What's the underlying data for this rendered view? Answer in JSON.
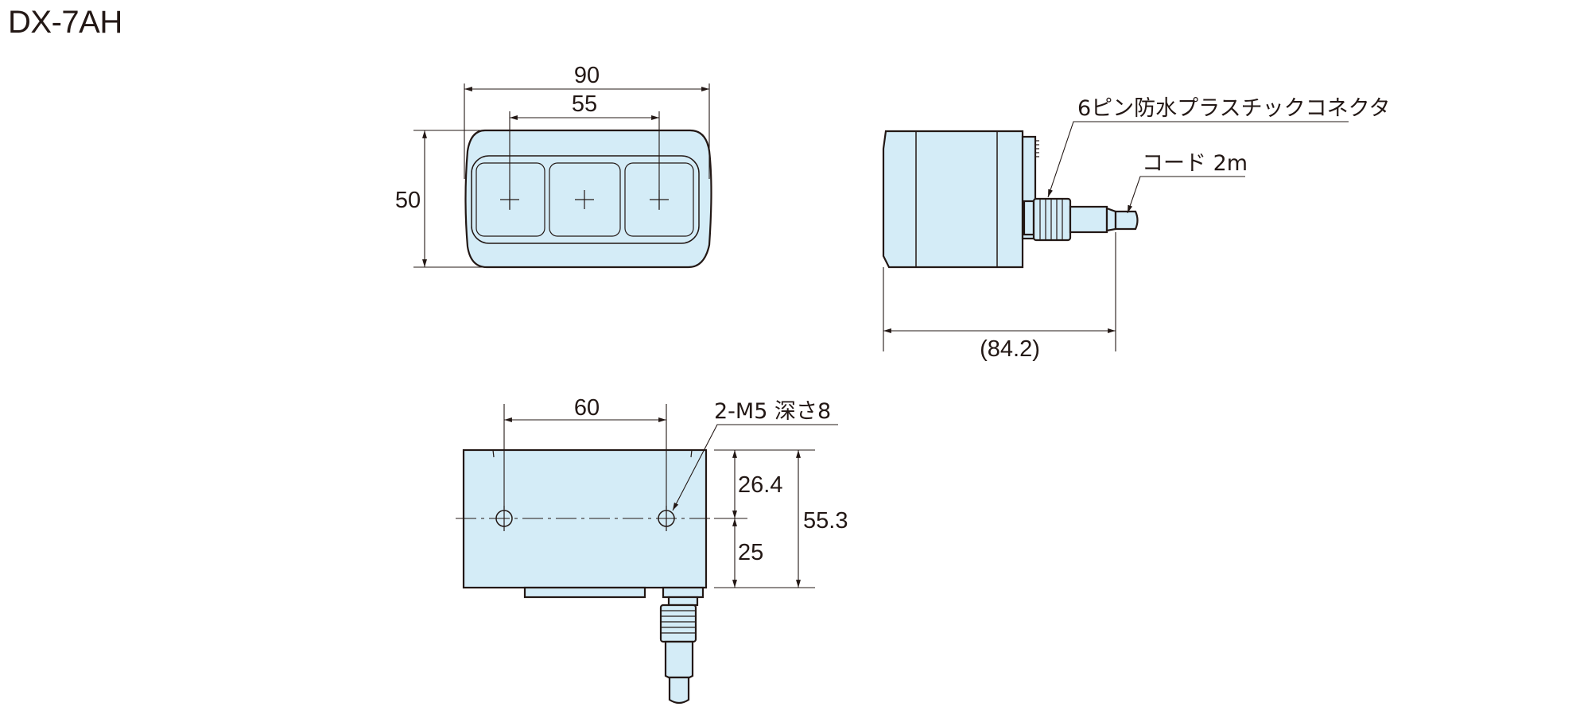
{
  "title": "DX-7AH",
  "front_view": {
    "dim_width": "90",
    "dim_pitch": "55",
    "dim_height": "50"
  },
  "side_view": {
    "connector_label": "6ピン防水プラスチックコネクタ",
    "cord_label": "コード 2m",
    "dim_length": "(84.2)"
  },
  "bottom_view": {
    "dim_hole_pitch": "60",
    "hole_label": "2-M5 深さ8",
    "dim_upper": "26.4",
    "dim_lower": "25",
    "dim_total": "55.3"
  },
  "colors": {
    "body_fill": "#d4ecf7",
    "line": "#231815"
  }
}
